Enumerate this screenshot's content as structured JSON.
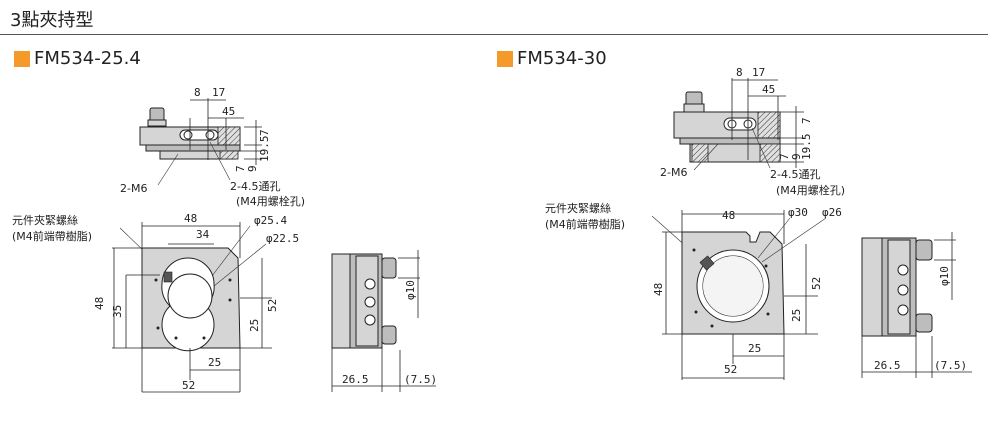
{
  "page": {
    "title": "3點夾持型",
    "colors": {
      "accent": "#f39a2b",
      "rule": "#555555"
    }
  },
  "models": [
    {
      "name": "FM534-25.4",
      "top_view": {
        "dim_a": "8",
        "dim_b": "17",
        "dim_c": "45",
        "dim_h1": "7",
        "dim_h2": "19.5",
        "dim_h3": "7",
        "dim_h4": "9"
      },
      "labels": {
        "screw": "2-M6",
        "through": "2-4.5通孔",
        "through_sub": "(M4用螺栓孔)",
        "clamp": "元件夾緊螺絲",
        "clamp_sub": "(M4前端帶樹脂)"
      },
      "front_view": {
        "width_top": "48",
        "width_mid": "34",
        "dia_outer": "φ25.4",
        "dia_inner": "φ22.5",
        "height_outer": "48",
        "height_inner": "35",
        "height_right": "52",
        "height_center": "25",
        "width_center": "25",
        "width_bottom": "52"
      },
      "side_view": {
        "dia": "φ10",
        "depth": "26.5",
        "extra": "(7.5)"
      }
    },
    {
      "name": "FM534-30",
      "top_view": {
        "dim_a": "8",
        "dim_b": "17",
        "dim_c": "45",
        "dim_h1": "7",
        "dim_h2": "19.5",
        "dim_h3": "7",
        "dim_h4": "9"
      },
      "labels": {
        "screw": "2-M6",
        "through": "2-4.5通孔",
        "through_sub": "(M4用螺栓孔)",
        "clamp": "元件夾緊螺絲",
        "clamp_sub": "(M4前端帶樹脂)"
      },
      "front_view": {
        "width_top": "48",
        "dia_outer": "φ30",
        "dia_inner": "φ26",
        "height_outer": "48",
        "height_right": "52",
        "height_center": "25",
        "width_center": "25",
        "width_bottom": "52"
      },
      "side_view": {
        "dia": "φ10",
        "depth": "26.5",
        "extra": "(7.5)"
      }
    }
  ]
}
